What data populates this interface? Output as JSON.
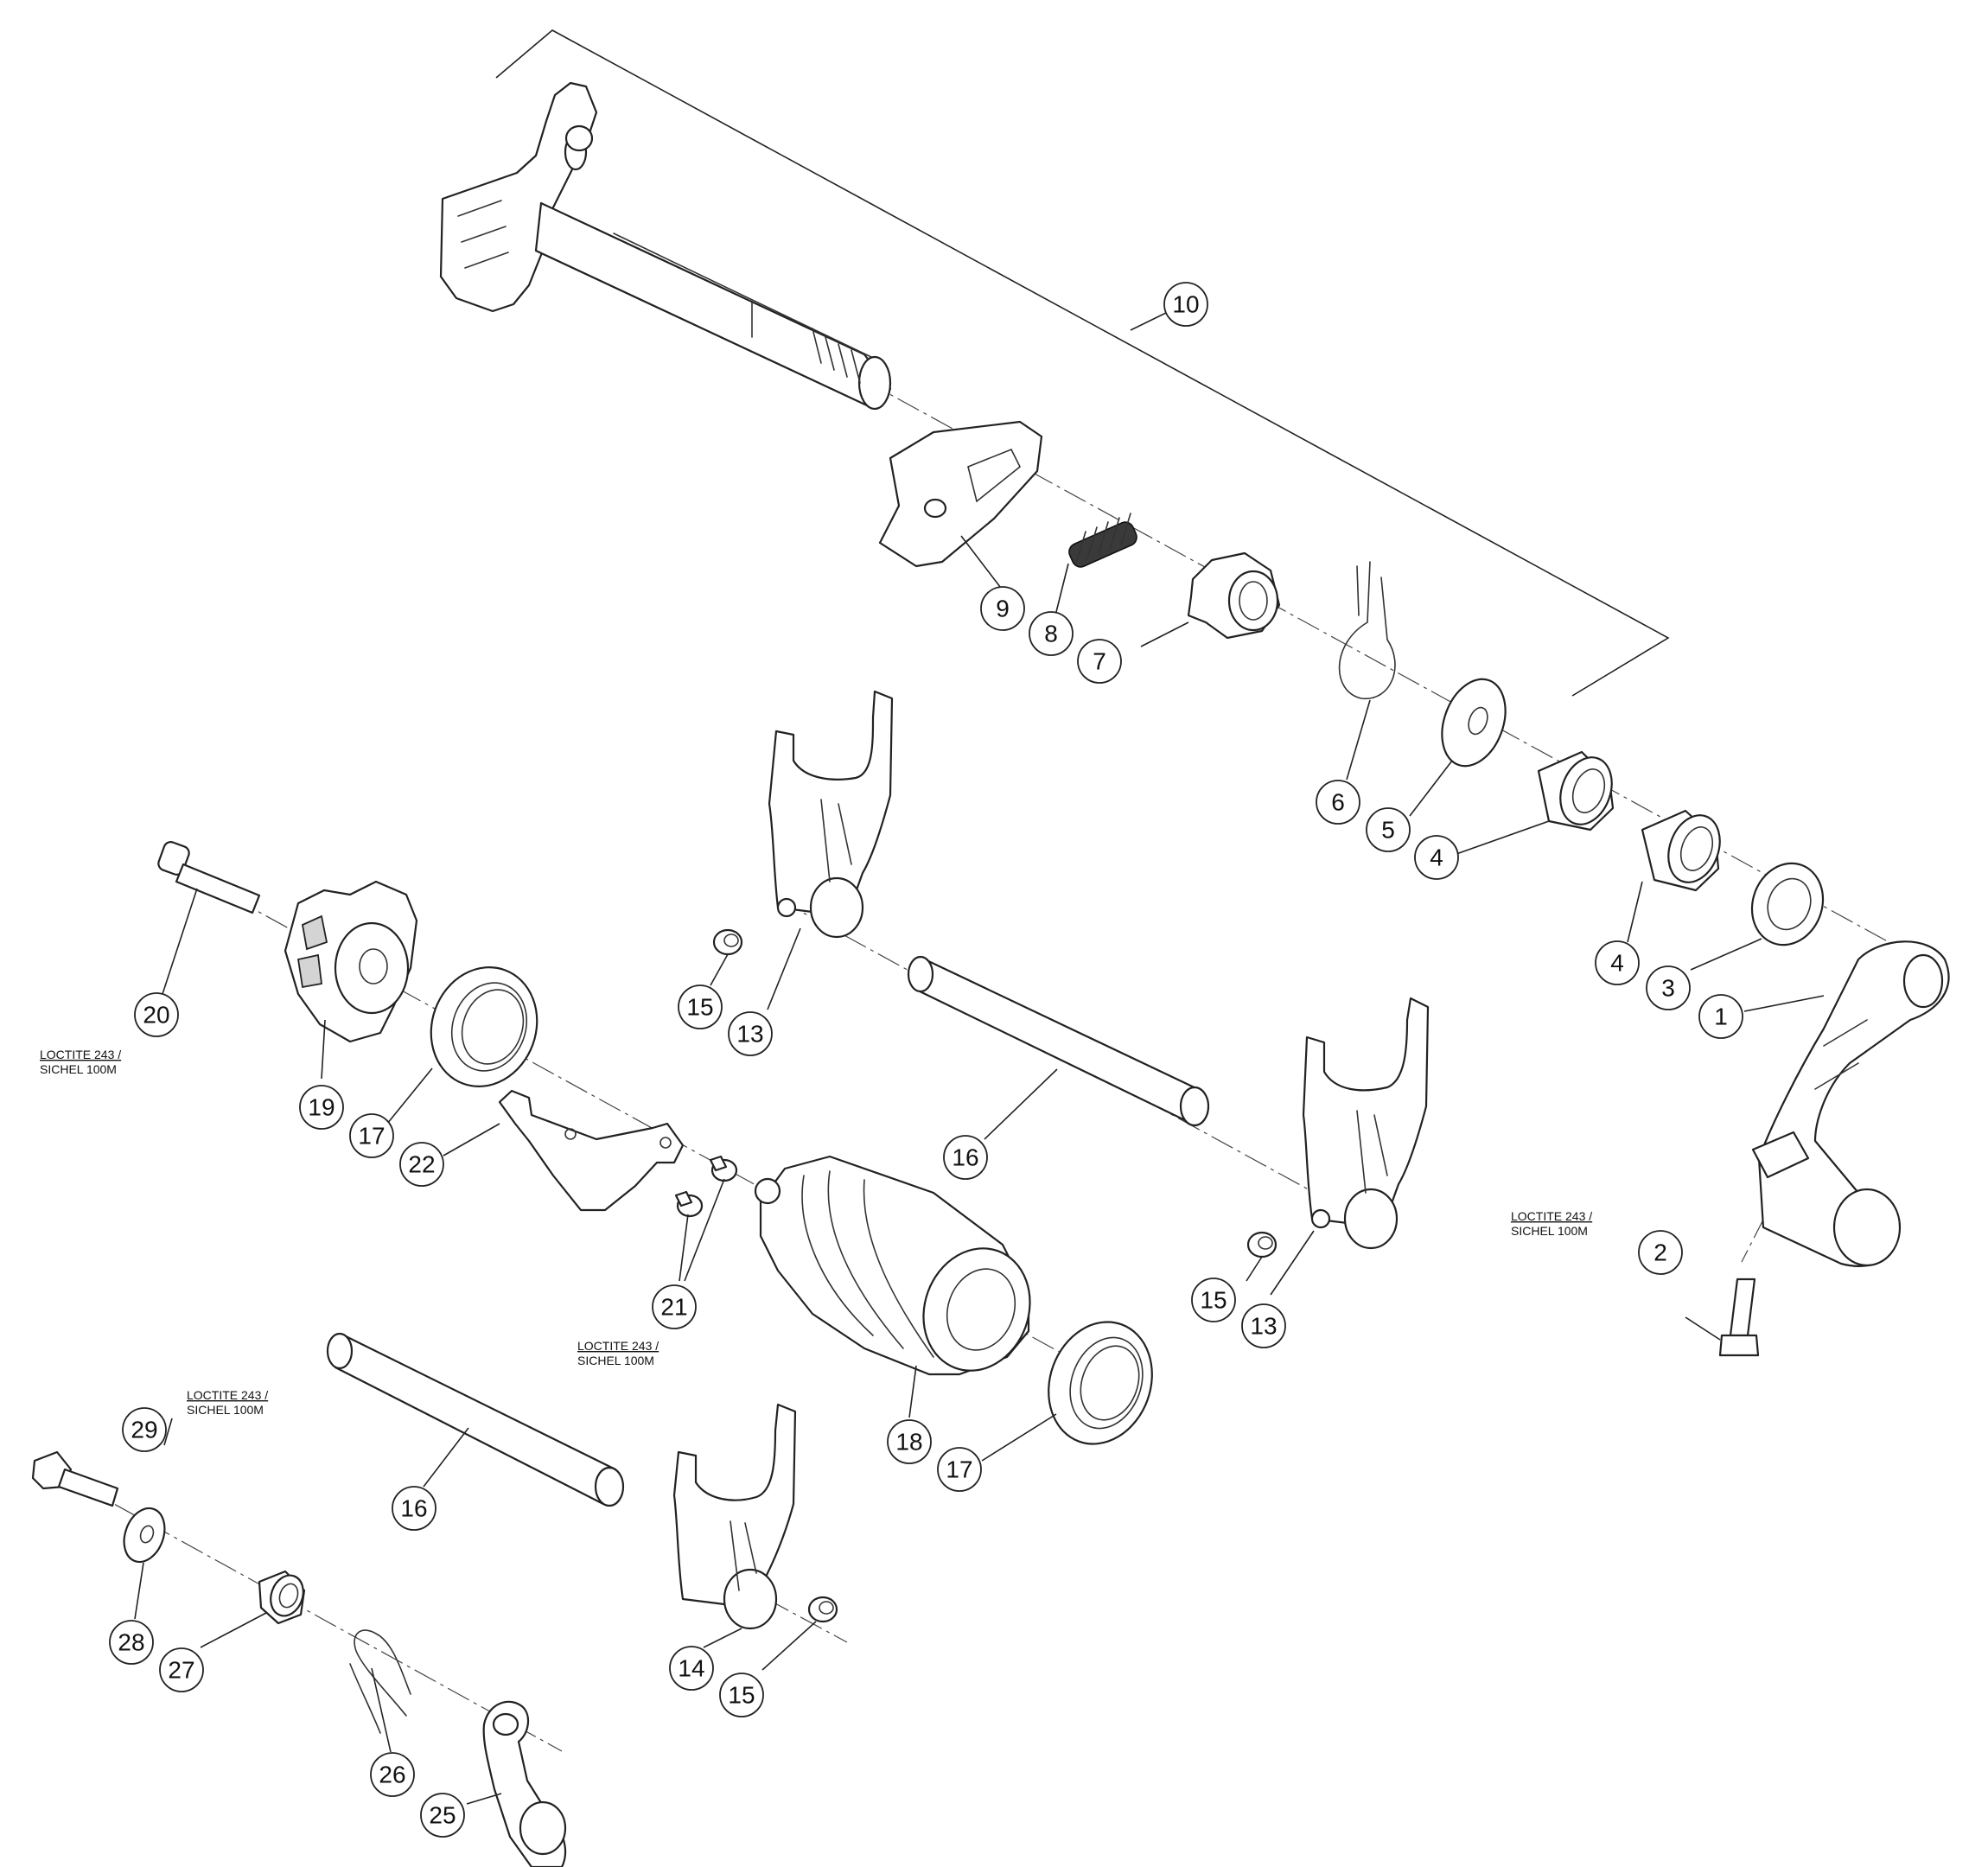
{
  "colors": {
    "line": "#222222",
    "background": "#ffffff",
    "shade": "#d4d4d4"
  },
  "callouts": {
    "c1": "1",
    "c2": "2",
    "c3": "3",
    "c4a": "4",
    "c4b": "4",
    "c5": "5",
    "c6": "6",
    "c7": "7",
    "c8": "8",
    "c9": "9",
    "c10": "10",
    "c13a": "13",
    "c13b": "13",
    "c14": "14",
    "c15a": "15",
    "c15b": "15",
    "c15c": "15",
    "c16a": "16",
    "c16b": "16",
    "c17a": "17",
    "c17b": "17",
    "c18": "18",
    "c19": "19",
    "c20": "20",
    "c21": "21",
    "c22": "22",
    "c25": "25",
    "c26": "26",
    "c27": "27",
    "c28": "28",
    "c29": "29"
  },
  "notes": {
    "n20": {
      "line1": "LOCTITE 243 /",
      "line2": "SICHEL 100M"
    },
    "n2": {
      "line1": "LOCTITE 243 /",
      "line2": "SICHEL 100M"
    },
    "n21": {
      "line1": "LOCTITE 243 /",
      "line2": "SICHEL 100M"
    },
    "n29": {
      "line1": "LOCTITE 243 /",
      "line2": "SICHEL 100M"
    }
  }
}
